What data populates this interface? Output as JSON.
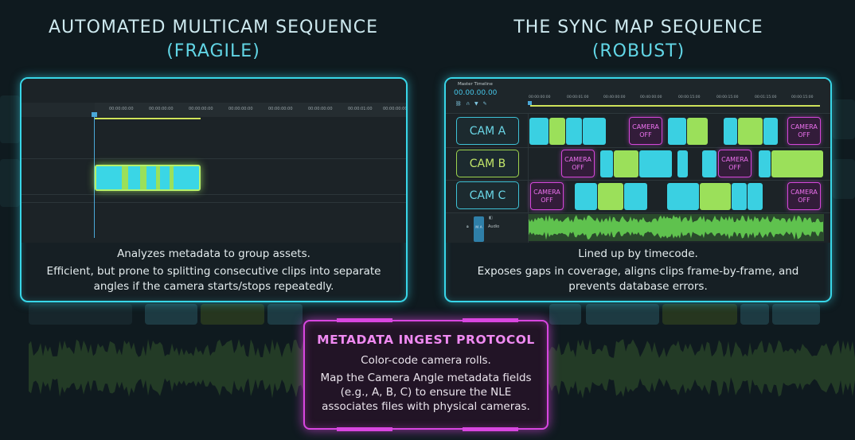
{
  "headings": {
    "left_title": "AUTOMATED MULTICAM SEQUENCE",
    "left_sub": "(FRAGILE)",
    "right_title": "THE SYNC MAP SEQUENCE",
    "right_sub": "(ROBUST)"
  },
  "left_panel": {
    "ruler_ticks": [
      "00:00:00:00",
      "00:00:00:00",
      "00:00:00:00",
      "00:00:00:00",
      "00:00:00:00",
      "00:00:00:00",
      "00:00:01:00",
      "00:00:00:00"
    ],
    "desc_line1": "Analyzes metadata to group assets.",
    "desc_line2": "Efficient, but prone to splitting consecutive clips into separate angles if the camera starts/stops repeatedly."
  },
  "right_panel": {
    "window_title": "Master Timeline",
    "timecode": "00.00.00.00",
    "ruler_ticks": [
      "00:00:00:00",
      "00:00:01:00",
      "00:40:00:00",
      "00:40:00:00",
      "00:00:15:00",
      "00:00:15:00",
      "00:01:15:00",
      "00:00:15:00"
    ],
    "cams": [
      "CAM A",
      "CAM B",
      "CAM C"
    ],
    "camera_off": "CAMERA OFF",
    "audio_label": "Audio",
    "audio_btn": "M A",
    "desc_line1": "Lined up by timecode.",
    "desc_line2": "Exposes gaps in coverage, aligns clips frame-by-frame, and prevents database errors."
  },
  "protocol": {
    "title": "METADATA INGEST PROTOCOL",
    "line1": "Color-code camera rolls.",
    "body": "Map the Camera Angle metadata fields (e.g., A, B, C) to ensure the NLE associates files with physical cameras."
  },
  "colors": {
    "accent_cyan": "#38d6e8",
    "accent_green": "#9be05a",
    "accent_magenta": "#d846e0"
  },
  "icons": [
    "link-icon",
    "magnet-icon",
    "marker-icon",
    "wrench-icon",
    "speaker-icon",
    "lock-icon"
  ]
}
